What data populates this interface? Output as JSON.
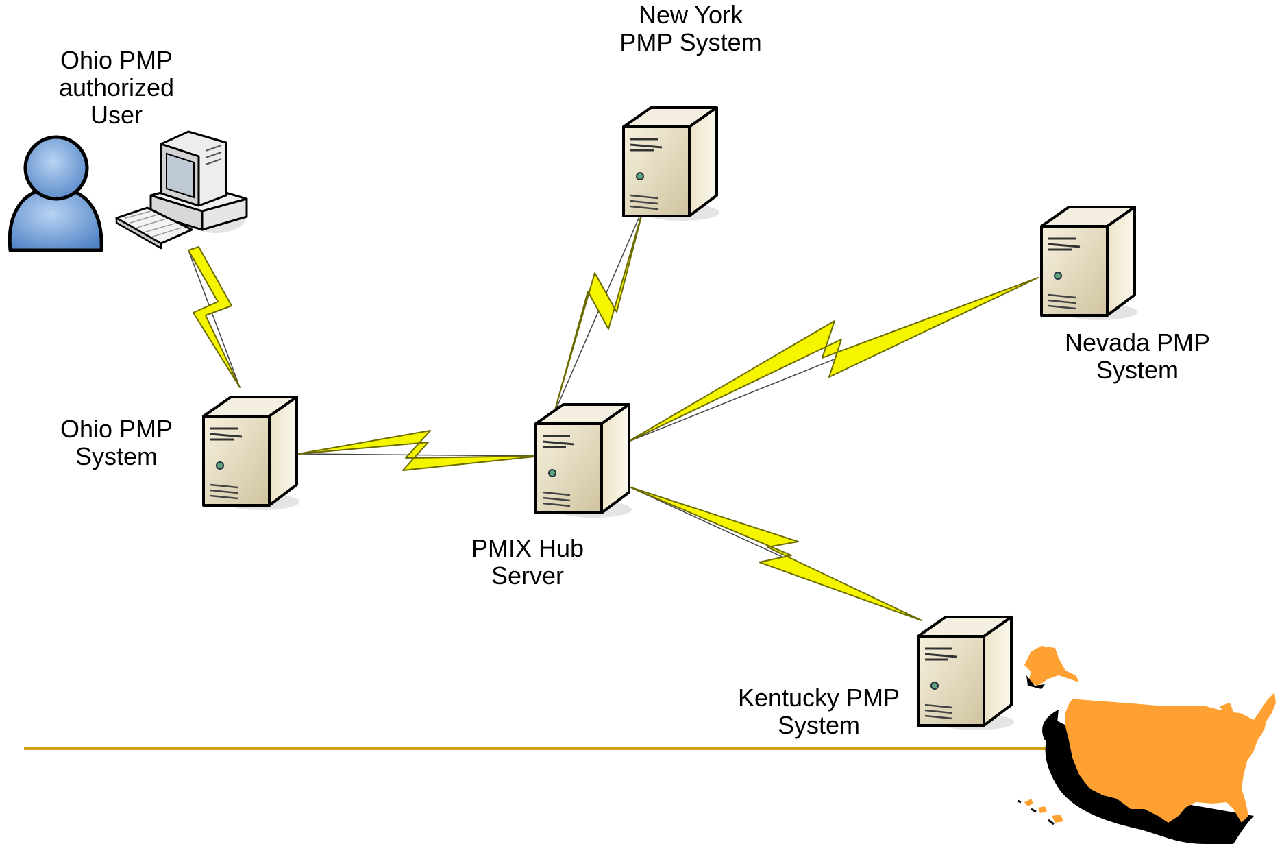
{
  "labels": {
    "ohio_user": [
      "Ohio PMP",
      "authorized",
      "User"
    ],
    "new_york": [
      "New York",
      "PMP System"
    ],
    "nevada": [
      "Nevada PMP",
      "System"
    ],
    "ohio_system": [
      "Ohio PMP",
      "System"
    ],
    "hub": [
      "PMIX Hub",
      "Server"
    ],
    "kentucky": [
      "Kentucky PMP",
      "System"
    ]
  },
  "colors": {
    "lightning": "#f5f500",
    "server_body": "#e9dfc3",
    "map_fill": "#ffa032",
    "footer_line": "#d4a017",
    "person": "#6f9fd8"
  },
  "icons": {
    "user": "person-icon",
    "workstation": "computer-icon",
    "server": "server-icon",
    "map": "us-map-icon"
  }
}
